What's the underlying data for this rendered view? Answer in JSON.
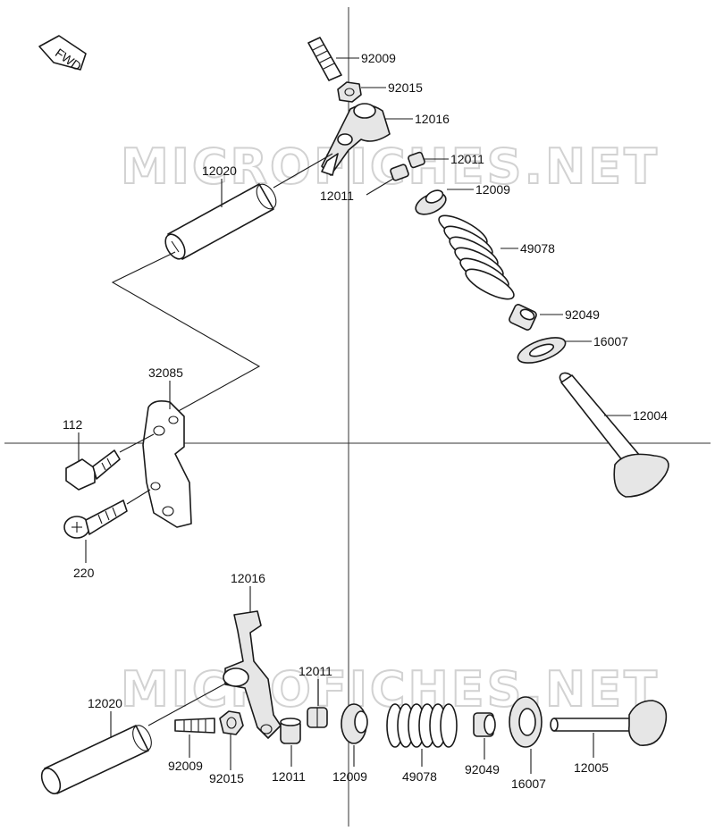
{
  "diagram": {
    "fwd_label": "FWD",
    "watermark_top": "MICROFICHES.NET",
    "watermark_bottom": "MICROFICHES.NET",
    "upper_assembly": {
      "labels": {
        "retainer_pin": "92009",
        "nut": "92015",
        "rocker_arm": "12016",
        "cotter_a": "12011",
        "cotter_b": "12011",
        "spring_retainer": "12009",
        "rocker_shaft": "12020",
        "valve_spring": "49078",
        "valve_seal": "92049",
        "spring_seat": "16007",
        "bracket": "32085",
        "valve": "12004",
        "bolt": "112",
        "screw": "220"
      }
    },
    "lower_assembly": {
      "labels": {
        "rocker_arm": "12016",
        "cotter_top": "12011",
        "rocker_shaft": "12020",
        "retainer_pin": "92009",
        "nut": "92015",
        "cotter_bottom": "12011",
        "spring_retainer": "12009",
        "valve_spring": "49078",
        "valve_seal": "92049",
        "spring_seat": "16007",
        "valve": "12005"
      }
    }
  }
}
